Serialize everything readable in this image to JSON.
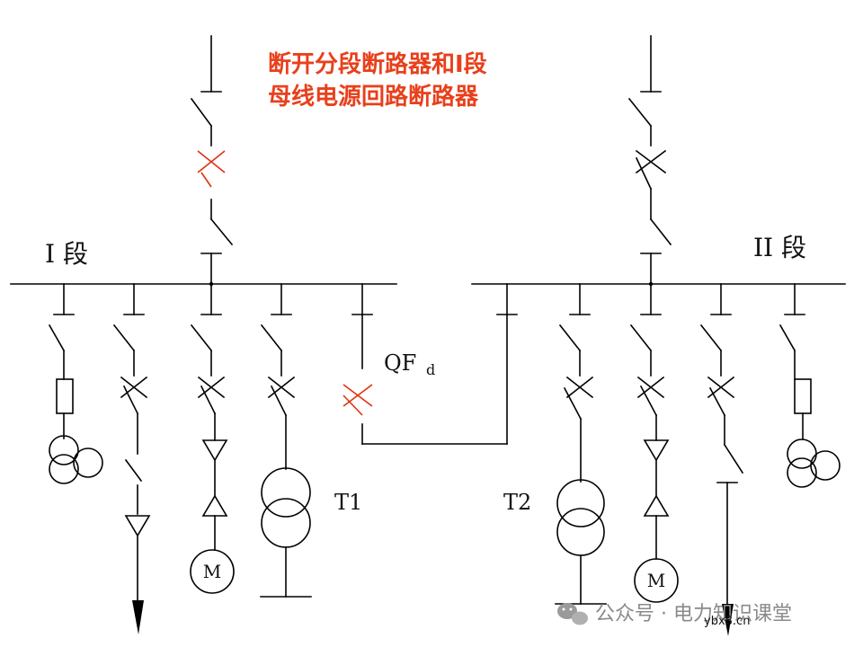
{
  "title": {
    "line1": "断开分段断路器和I段",
    "line2": "母线电源回路断路器"
  },
  "segments": {
    "left": "I 段",
    "right": "II 段"
  },
  "devices": {
    "qf": "QF",
    "qf_sub": "d",
    "t1": "T1",
    "t2": "T2",
    "motor": "M"
  },
  "colors": {
    "title": "#e8401c",
    "opened_breaker": "#e03010",
    "line": "#000000"
  },
  "watermark": {
    "text": "公众号 · 电力知识课堂",
    "site": "ybx8.cn"
  }
}
